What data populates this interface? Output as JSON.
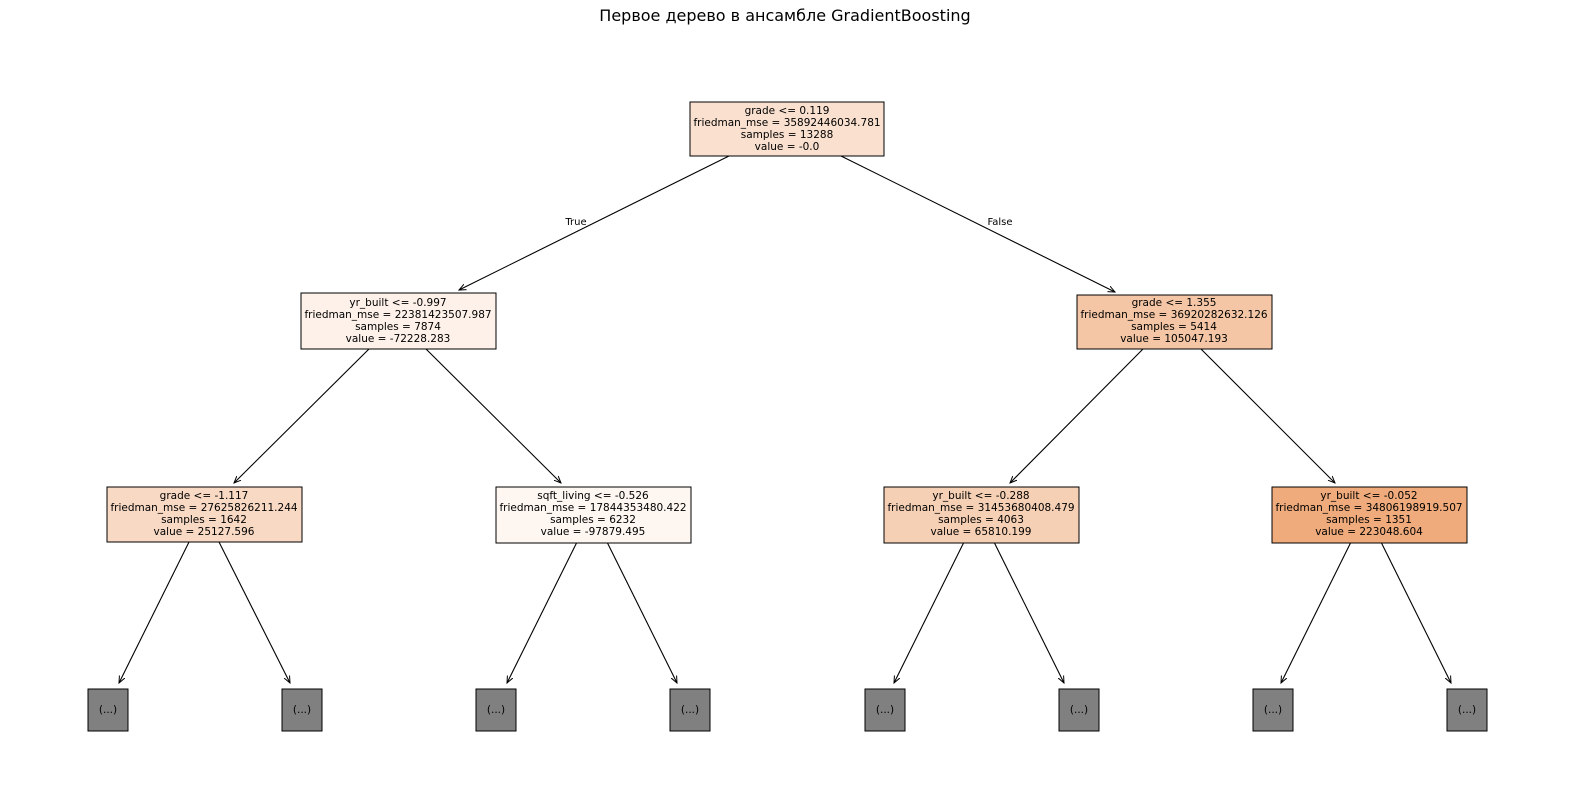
{
  "title": "Первое дерево в ансамбле GradientBoosting",
  "edge_labels": {
    "true_label": "True",
    "false_label": "False"
  },
  "nodes": [
    {
      "id": "n0",
      "lines": [
        "grade <= 0.119",
        "friedman_mse = 35892446034.781",
        "samples = 13288",
        "value = -0.0"
      ],
      "fill": "#f9e0cf"
    },
    {
      "id": "n1",
      "lines": [
        "yr_built <= -0.997",
        "friedman_mse = 22381423507.987",
        "samples = 7874",
        "value = -72228.283"
      ],
      "fill": "#fdf1e9"
    },
    {
      "id": "n2",
      "lines": [
        "grade <= 1.355",
        "friedman_mse = 36920282632.126",
        "samples = 5414",
        "value = 105047.193"
      ],
      "fill": "#f4c6a5"
    },
    {
      "id": "n3",
      "lines": [
        "grade <= -1.117",
        "friedman_mse = 27625826211.244",
        "samples = 1642",
        "value = 25127.596"
      ],
      "fill": "#f8d9c4"
    },
    {
      "id": "n4",
      "lines": [
        "sqft_living <= -0.526",
        "friedman_mse = 17844353480.422",
        "samples = 6232",
        "value = -97879.495"
      ],
      "fill": "#fdf6f1"
    },
    {
      "id": "n5",
      "lines": [
        "yr_built <= -0.288",
        "friedman_mse = 31453680408.479",
        "samples = 4063",
        "value = 65810.199"
      ],
      "fill": "#f6d0b4"
    },
    {
      "id": "n6",
      "lines": [
        "yr_built <= -0.052",
        "friedman_mse = 34806198919.507",
        "samples = 1351",
        "value = 223048.604"
      ],
      "fill": "#efab7b"
    }
  ],
  "truncated_leaf_label": "(...)",
  "truncated_leaf_fill": "#808080",
  "arrow_color": "#000000"
}
